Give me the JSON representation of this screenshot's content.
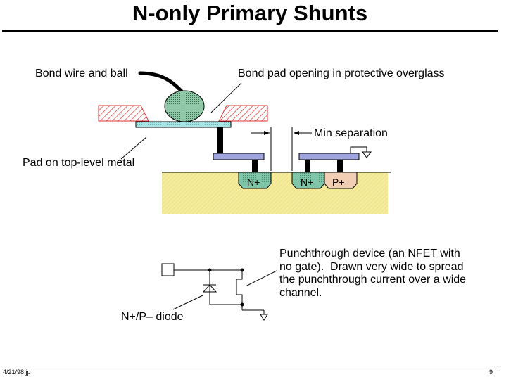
{
  "slide": {
    "title": "N-only Primary Shunts",
    "footer_left": "4/21/98 jp",
    "footer_right": "9"
  },
  "cross_section": {
    "bond_wire_label": "Bond wire and ball",
    "pad_opening_label": "Bond pad opening in protective overglass",
    "pad_metal_label": "Pad on top-level metal",
    "min_separation_label": "Min separation",
    "diffusions": [
      "N+",
      "N+",
      "P+"
    ]
  },
  "schematic": {
    "punchthrough_label": "Punchthrough device (an NFET with\nno gate).  Drawn very wide to spread\nthe punchthrough current over a wide\nchannel.",
    "diode_label": "N+/P– diode"
  },
  "colors": {
    "overglass_hatch": "#e03030",
    "pad_metal": "#a8e4e4",
    "metal_bar": "#9fa5df",
    "n_diffusion": "#7fc6a8",
    "p_diffusion": "#f2cfb4",
    "substrate": "#f4ec9c",
    "bond_ball": "#8fc9a8"
  }
}
